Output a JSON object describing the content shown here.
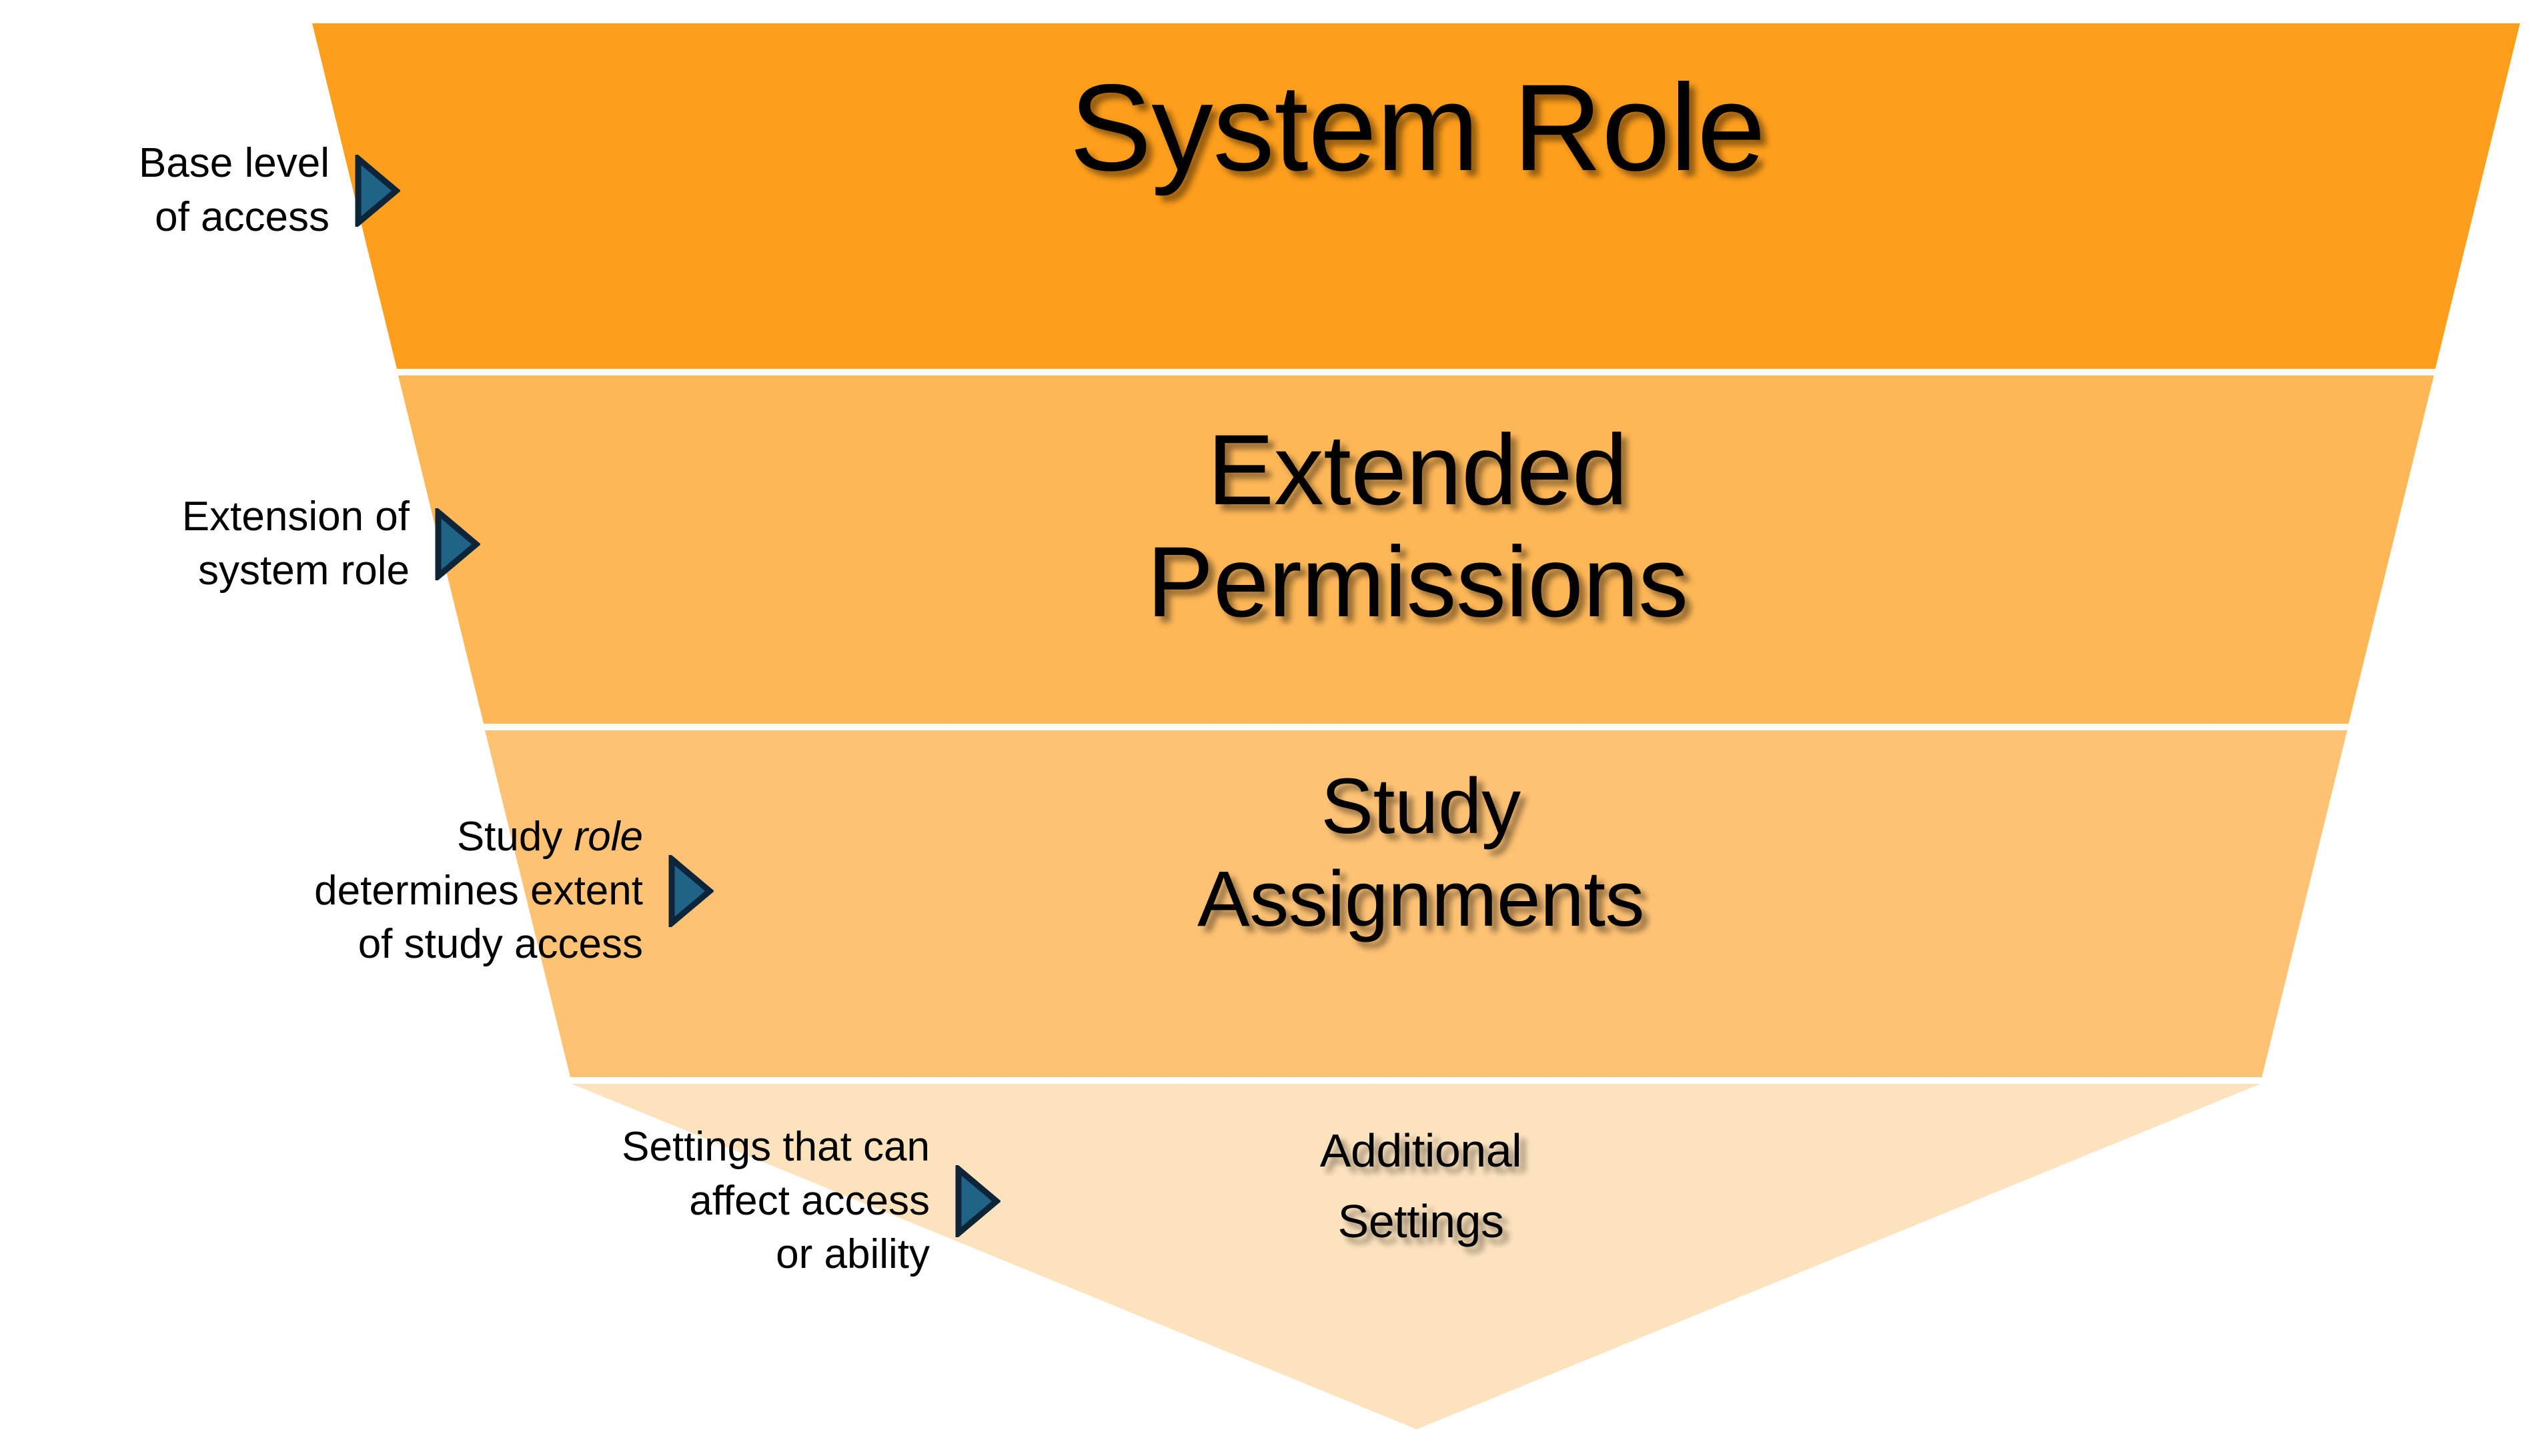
{
  "diagram": {
    "title": "Access funnel",
    "type": "inverted-funnel",
    "background_color": "#FFFFFF",
    "band_divider_color": "#FFFFFF",
    "arrow_fill_color": "#1F6387",
    "arrow_stroke_color": "#0E2438",
    "text_color": "#000000"
  },
  "bands": [
    {
      "id": "system-role",
      "label": "System Role",
      "color": "#FD9E1C",
      "level": 1
    },
    {
      "id": "extended-permissions",
      "label": "Extended\nPermissions",
      "color": "#FDB757",
      "level": 2
    },
    {
      "id": "study-assignments",
      "label": "Study\nAssignments",
      "color": "#FDC274",
      "level": 3
    },
    {
      "id": "additional-settings",
      "label": "Additional\nSettings",
      "color": "#FCE2BD",
      "level": 4
    }
  ],
  "annotations": [
    {
      "id": "base-level-of-access",
      "text": "Base level\nof access",
      "for_band": "system-role"
    },
    {
      "id": "extension-of-system-role",
      "text": "Extension of\nsystem role",
      "for_band": "extended-permissions"
    },
    {
      "id": "study-role-determines-extent",
      "text_before_emphasis": "Study ",
      "emphasis": "role",
      "text_after_emphasis": "\ndetermines extent\nof study access",
      "for_band": "study-assignments"
    },
    {
      "id": "settings-that-can-affect-access",
      "text": "Settings that can\naffect access\nor ability",
      "for_band": "additional-settings"
    }
  ]
}
